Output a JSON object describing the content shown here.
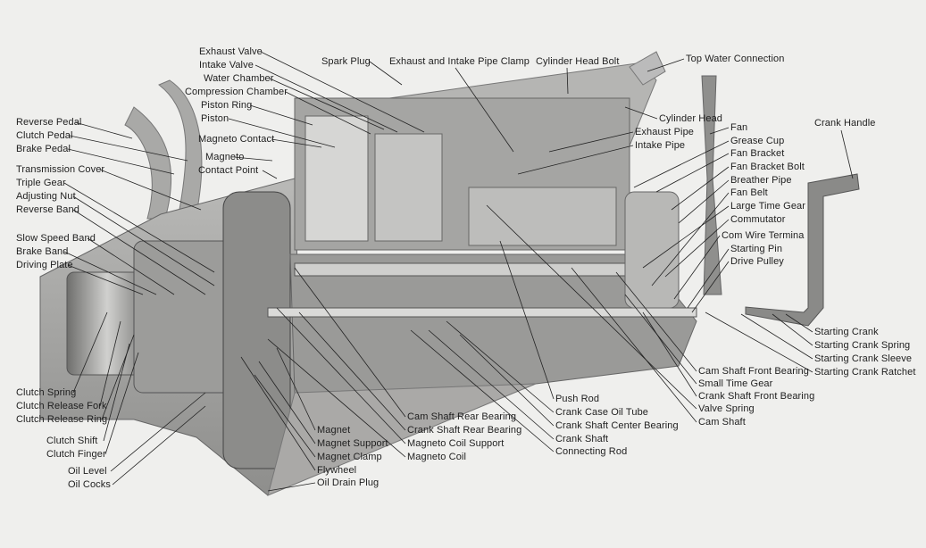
{
  "labels": {
    "reverse_pedal": "Reverse Pedal",
    "clutch_pedal": "Clutch Pedal",
    "brake_pedal": "Brake Pedal",
    "transmission_cover": "Transmission Cover",
    "triple_gear": "Triple Gear",
    "adjusting_nut": "Adjusting Nut",
    "reverse_band": "Reverse Band",
    "slow_speed_band": "Slow Speed Band",
    "brake_band": "Brake Band",
    "driving_plate": "Driving Plate",
    "clutch_spring": "Clutch Spring",
    "clutch_release_fork": "Clutch Release Fork",
    "clutch_release_ring": "Clutch Release Ring",
    "clutch_shift": "Clutch Shift",
    "clutch_finger": "Clutch Finger",
    "oil_level": "Oil Level",
    "oil_cocks": "Oil Cocks",
    "exhaust_valve": "Exhaust Valve",
    "intake_valve": "Intake Valve",
    "water_chamber": "Water Chamber",
    "compression_chamber": "Compression Chamber",
    "piston_ring": "Piston Ring",
    "piston": "Piston",
    "magneto_contact": "Magneto Contact",
    "magneto": "Magneto",
    "contact_point": "Contact Point",
    "spark_plug": "Spark Plug",
    "pipe_clamp": "Exhaust and Intake Pipe Clamp",
    "cylinder_head_bolt": "Cylinder Head Bolt",
    "top_water_connection": "Top Water Connection",
    "cylinder_head": "Cylinder Head",
    "exhaust_pipe": "Exhaust Pipe",
    "intake_pipe": "Intake Pipe",
    "fan": "Fan",
    "grease_cup": "Grease Cup",
    "fan_bracket": "Fan Bracket",
    "fan_bracket_bolt": "Fan Bracket Bolt",
    "breather_pipe": "Breather Pipe",
    "fan_belt": "Fan Belt",
    "large_time_gear": "Large Time Gear",
    "commutator": "Commutator",
    "com_wire_terminal": "Com Wire Termina",
    "starting_pin": "Starting Pin",
    "drive_pulley": "Drive Pulley",
    "crank_handle": "Crank Handle",
    "starting_crank": "Starting Crank",
    "starting_crank_spring": "Starting Crank Spring",
    "starting_crank_sleeve": "Starting Crank Sleeve",
    "starting_crank_ratchet": "Starting Crank Ratchet",
    "cam_shaft_front_bearing": "Cam Shaft Front Bearing",
    "small_time_gear": "Small Time Gear",
    "crank_shaft_front_bearing": "Crank Shaft Front Bearing",
    "valve_spring": "Valve Spring",
    "cam_shaft": "Cam Shaft",
    "push_rod": "Push Rod",
    "crank_case_oil_tube": "Crank Case Oil Tube",
    "crank_shaft_center_bearing": "Crank Shaft Center Bearing",
    "crank_shaft": "Crank Shaft",
    "connecting_rod": "Connecting Rod",
    "cam_shaft_rear_bearing": "Cam Shaft Rear Bearing",
    "crank_shaft_rear_bearing": "Crank Shaft Rear Bearing",
    "magneto_coil_support": "Magneto Coil Support",
    "magneto_coil": "Magneto Coil",
    "magnet": "Magnet",
    "magnet_support": "Magnet Support",
    "magnet_clamp": "Magnet Clamp",
    "flywheel": "Flywheel",
    "oil_drain_plug": "Oil Drain Plug"
  }
}
